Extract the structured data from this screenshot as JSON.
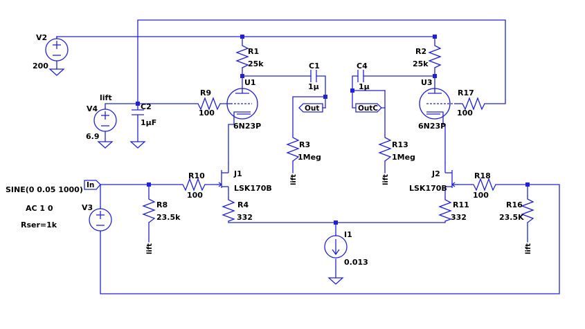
{
  "colors": {
    "wire": "#2020d8",
    "text": "#000000",
    "background": "#ffffff"
  },
  "components": {
    "V2": {
      "name": "V2",
      "value": "200"
    },
    "V4": {
      "name": "V4",
      "value": "6.9"
    },
    "V3": {
      "name": "V3",
      "spec": "SINE(0 0.05 1000)",
      "ac": "AC 1 0",
      "rser": "Rser=1k"
    },
    "R1": {
      "name": "R1",
      "value": "25k"
    },
    "R2": {
      "name": "R2",
      "value": "25k"
    },
    "R3": {
      "name": "R3",
      "value": "1Meg"
    },
    "R13": {
      "name": "R13",
      "value": "1Meg"
    },
    "R9": {
      "name": "R9",
      "value": "100"
    },
    "R17": {
      "name": "R17",
      "value": "100"
    },
    "R10": {
      "name": "R10",
      "value": "100"
    },
    "R18": {
      "name": "R18",
      "value": "100"
    },
    "R4": {
      "name": "R4",
      "value": "332"
    },
    "R11": {
      "name": "R11",
      "value": "332"
    },
    "R8": {
      "name": "R8",
      "value": "23.5k"
    },
    "R16": {
      "name": "R16",
      "value": "23.5K"
    },
    "C1": {
      "name": "C1",
      "value": "1µ"
    },
    "C4": {
      "name": "C4",
      "value": "1µ"
    },
    "C2": {
      "name": "C2",
      "value": "1µF"
    },
    "U1": {
      "name": "U1",
      "model": "6N23P"
    },
    "U3": {
      "name": "U3",
      "model": "6N23P"
    },
    "J1": {
      "name": "J1",
      "model": "LSK170B"
    },
    "J2": {
      "name": "J2",
      "model": "LSK170B"
    },
    "I1": {
      "name": "I1",
      "value": "0.013"
    }
  },
  "net_labels": {
    "lift_top": "lift",
    "lift": "lift",
    "out": "Out",
    "outc": "OutC",
    "in": "In"
  }
}
